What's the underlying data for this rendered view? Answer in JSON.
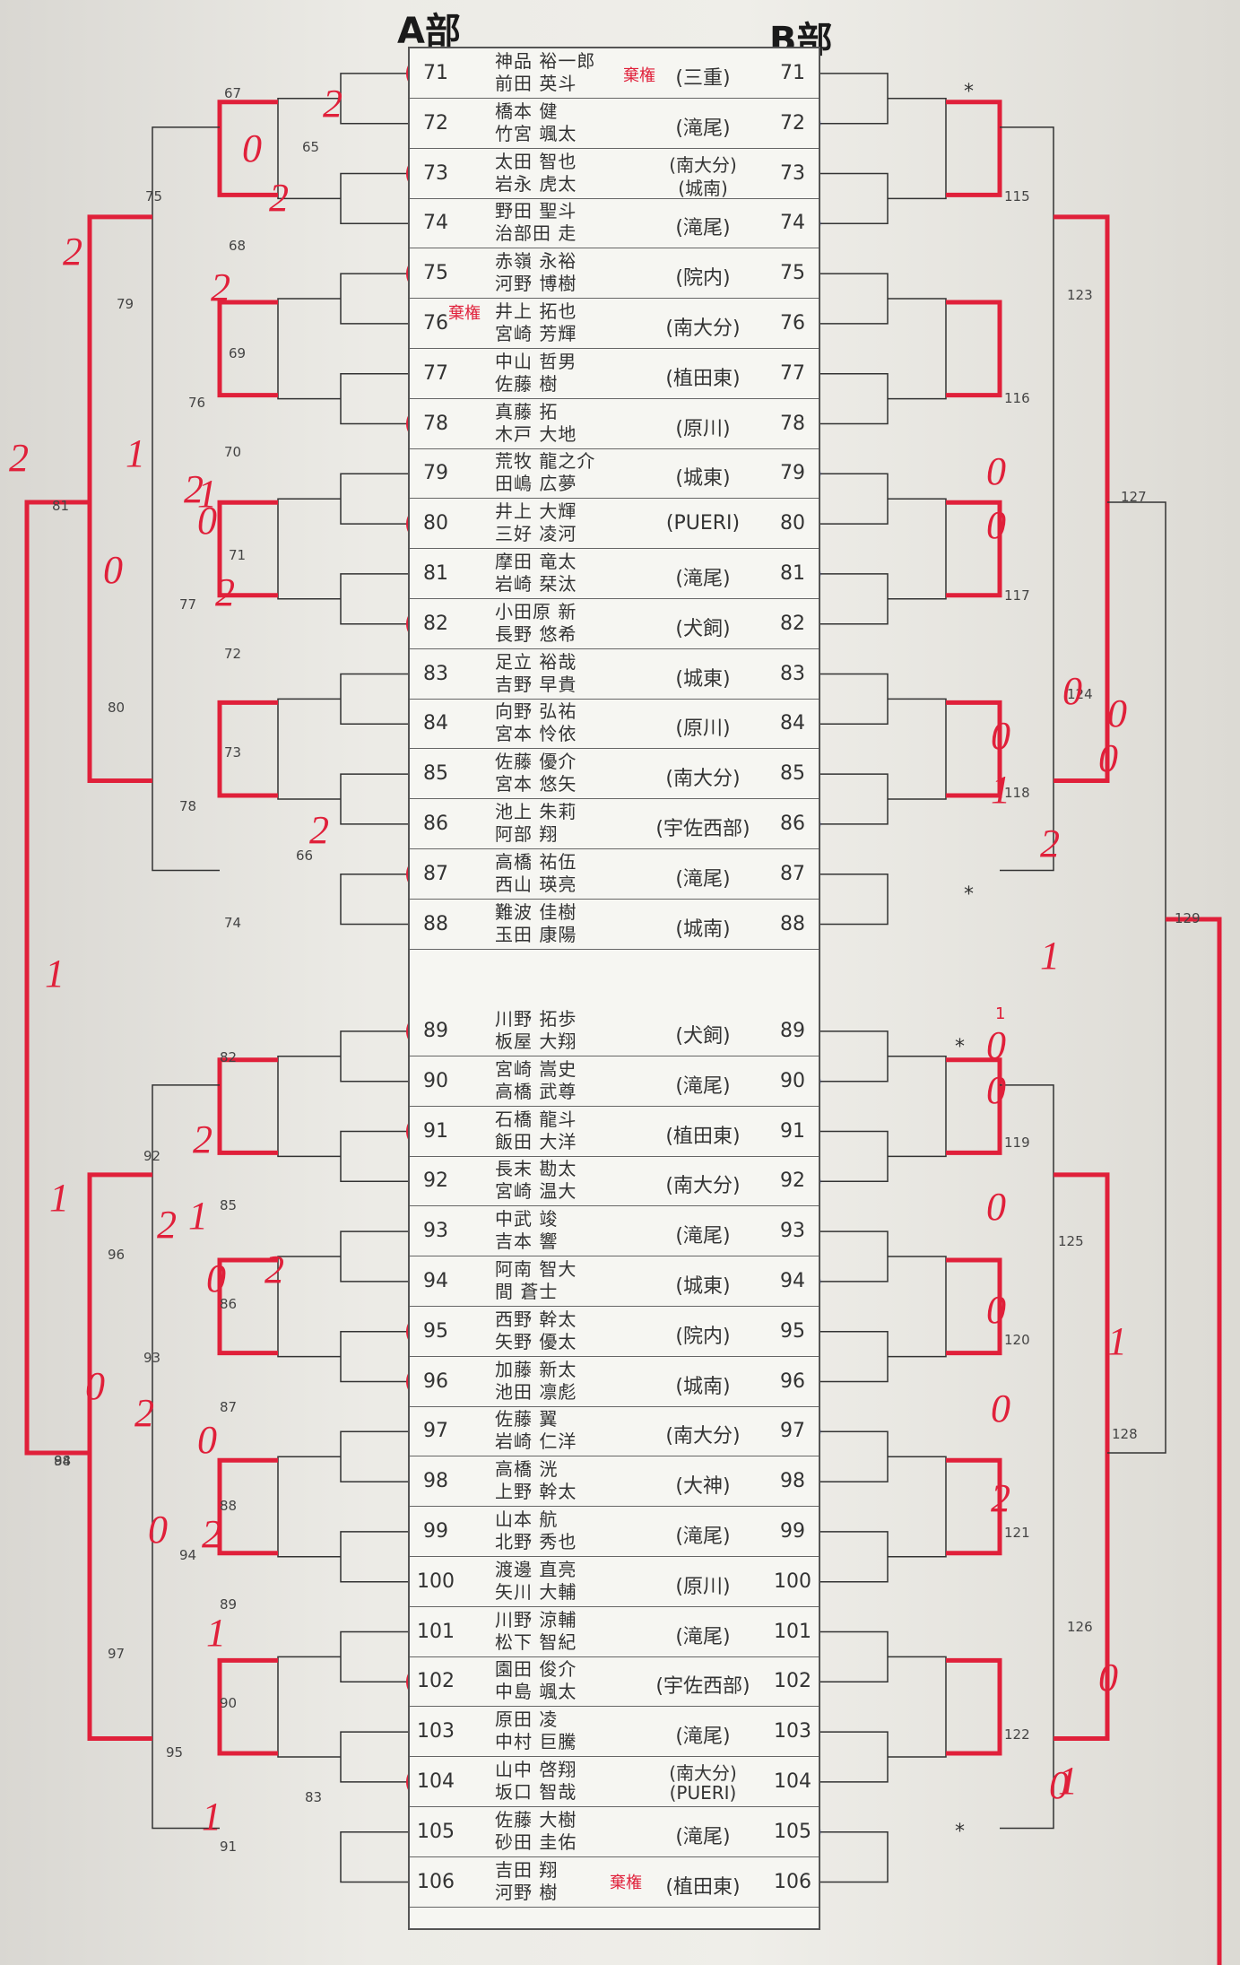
{
  "headers": {
    "division_a": "A部",
    "division_b": "B部"
  },
  "groups": [
    {
      "start": 71,
      "rows": [
        {
          "num": 71,
          "names": [
            "神品 裕一郎",
            "前田 英斗"
          ],
          "school": "(三重)"
        },
        {
          "num": 72,
          "names": [
            "橋本 健",
            "竹宮 颯太"
          ],
          "school": "(滝尾)"
        },
        {
          "num": 73,
          "names": [
            "太田 智也",
            "岩永 虎太"
          ],
          "school": "(南大分)",
          "school2": "(城南)"
        },
        {
          "num": 74,
          "names": [
            "野田 聖斗",
            "治部田 走"
          ],
          "school": "(滝尾)"
        },
        {
          "num": 75,
          "names": [
            "赤嶺 永裕",
            "河野 博樹"
          ],
          "school": "(院内)"
        },
        {
          "num": 76,
          "names": [
            "井上 拓也",
            "宮崎 芳輝"
          ],
          "school": "(南大分)"
        },
        {
          "num": 77,
          "names": [
            "中山 哲男",
            "佐藤 樹"
          ],
          "school": "(植田東)"
        },
        {
          "num": 78,
          "names": [
            "真藤 拓",
            "木戸 大地"
          ],
          "school": "(原川)"
        },
        {
          "num": 79,
          "names": [
            "荒牧 龍之介",
            "田嶋 広夢"
          ],
          "school": "(城東)"
        },
        {
          "num": 80,
          "names": [
            "井上 大輝",
            "三好 凌河"
          ],
          "school": "(PUERI)"
        },
        {
          "num": 81,
          "names": [
            "摩田 竜太",
            "岩崎 栞汰"
          ],
          "school": "(滝尾)"
        },
        {
          "num": 82,
          "names": [
            "小田原 新",
            "長野 悠希"
          ],
          "school": "(犬飼)"
        },
        {
          "num": 83,
          "names": [
            "足立 裕哉",
            "吉野 早貴"
          ],
          "school": "(城東)"
        },
        {
          "num": 84,
          "names": [
            "向野 弘祐",
            "宮本 怜依"
          ],
          "school": "(原川)"
        },
        {
          "num": 85,
          "names": [
            "佐藤 優介",
            "宮本 悠矢"
          ],
          "school": "(南大分)"
        },
        {
          "num": 86,
          "names": [
            "池上 朱莉",
            "阿部 翔"
          ],
          "school": "(宇佐西部)"
        },
        {
          "num": 87,
          "names": [
            "高橋 祐伍",
            "西山 瑛亮"
          ],
          "school": "(滝尾)"
        },
        {
          "num": 88,
          "names": [
            "難波 佳樹",
            "玉田 康陽"
          ],
          "school": "(城南)"
        }
      ]
    },
    {
      "start": 89,
      "rows": [
        {
          "num": 89,
          "names": [
            "川野 拓歩",
            "板屋 大翔"
          ],
          "school": "(犬飼)"
        },
        {
          "num": 90,
          "names": [
            "宮崎 嵩史",
            "高橋 武尊"
          ],
          "school": "(滝尾)"
        },
        {
          "num": 91,
          "names": [
            "石橋 龍斗",
            "飯田 大洋"
          ],
          "school": "(植田東)"
        },
        {
          "num": 92,
          "names": [
            "長末 勘太",
            "宮崎 温大"
          ],
          "school": "(南大分)"
        },
        {
          "num": 93,
          "names": [
            "中武 竣",
            "吉本 響"
          ],
          "school": "(滝尾)"
        },
        {
          "num": 94,
          "names": [
            "阿南 智大",
            "間 蒼士"
          ],
          "school": "(城東)"
        },
        {
          "num": 95,
          "names": [
            "西野 幹太",
            "矢野 優太"
          ],
          "school": "(院内)"
        },
        {
          "num": 96,
          "names": [
            "加藤 新太",
            "池田 凛彪"
          ],
          "school": "(城南)"
        },
        {
          "num": 97,
          "names": [
            "佐藤 翼",
            "岩崎 仁洋"
          ],
          "school": "(南大分)"
        },
        {
          "num": 98,
          "names": [
            "高橋 洸",
            "上野 幹太"
          ],
          "school": "(大神)"
        },
        {
          "num": 99,
          "names": [
            "山本 航",
            "北野 秀也"
          ],
          "school": "(滝尾)"
        },
        {
          "num": 100,
          "names": [
            "渡邊 直亮",
            "矢川 大輔"
          ],
          "school": "(原川)"
        },
        {
          "num": 101,
          "names": [
            "川野 涼輔",
            "松下 智紀"
          ],
          "school": "(滝尾)"
        },
        {
          "num": 102,
          "names": [
            "園田 俊介",
            "中島 颯太"
          ],
          "school": "(宇佐西部)"
        },
        {
          "num": 103,
          "names": [
            "原田 凌",
            "中村 巨騰"
          ],
          "school": "(滝尾)"
        },
        {
          "num": 104,
          "names": [
            "山中 啓翔",
            "坂口 智哉"
          ],
          "school": "(南大分)",
          "school2": "(PUERI)"
        },
        {
          "num": 105,
          "names": [
            "佐藤 大樹",
            "砂田 圭佑"
          ],
          "school": "(滝尾)"
        },
        {
          "num": 106,
          "names": [
            "吉田 翔",
            "河野 樹"
          ],
          "school": "(植田東)"
        }
      ]
    }
  ],
  "match_numbers": {
    "a": [
      "67",
      "65",
      "68",
      "75",
      "79",
      "69",
      "76",
      "70",
      "81",
      "71",
      "77",
      "72",
      "80",
      "73",
      "78",
      "66",
      "74",
      "84",
      "82",
      "92",
      "85",
      "96",
      "86",
      "93",
      "87",
      "98",
      "88",
      "94",
      "89",
      "97",
      "90",
      "95",
      "83",
      "91"
    ],
    "b": [
      "115",
      "123",
      "116",
      "127",
      "117",
      "124",
      "118",
      "129",
      "119",
      "125",
      "120",
      "128",
      "121",
      "126",
      "122"
    ]
  },
  "annotations": {
    "scores": [
      "2",
      "0",
      "2",
      "2",
      "2",
      "2",
      "1",
      "1",
      "2",
      "0",
      "2",
      "0",
      "2",
      "1",
      "1",
      "0",
      "0",
      "0",
      "0",
      "2",
      "1",
      "1",
      "2",
      "1",
      "0",
      "2",
      "0",
      "2",
      "0",
      "2",
      "0",
      "0",
      "0",
      "1",
      "0",
      "0",
      "2",
      "0",
      "2",
      "1",
      "1",
      "0",
      "0",
      "0",
      "0",
      "1"
    ],
    "star": "*",
    "notes": [
      "棄権",
      "棄権",
      "棄権",
      "1"
    ]
  }
}
